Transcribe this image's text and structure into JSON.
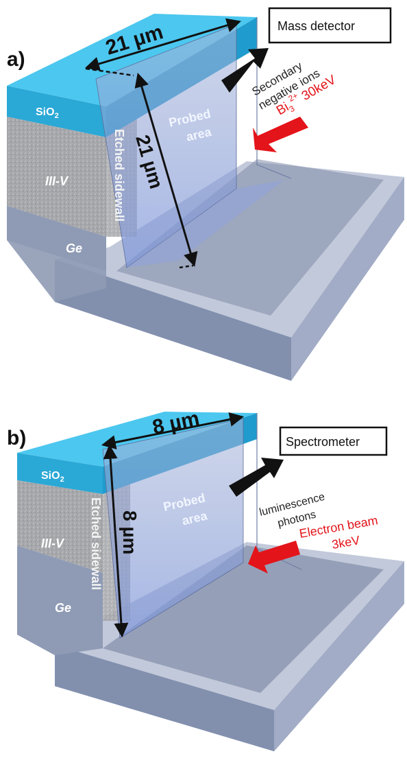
{
  "panel_a": {
    "letter": "a)",
    "detector": "Mass detector",
    "width_dim": "21 µm",
    "height_dim": "21 µm",
    "secondary_line1": "Secondary",
    "secondary_line2": "negative ions",
    "beam_prefix": "Bi",
    "beam_sub": "3",
    "beam_sup": "2+",
    "beam_energy": " 30keV",
    "probed_line1": "Probed",
    "probed_line2": "area",
    "sio2_base": "SiO",
    "sio2_sub": "2",
    "iiiv": "III-V",
    "ge": "Ge",
    "sidewall": "Etched sidewall"
  },
  "panel_b": {
    "letter": "b)",
    "detector": "Spectrometer",
    "width_dim": "8 µm",
    "height_dim": "8 µm",
    "emission_line1": "luminescence",
    "emission_line2": "photons",
    "beam_line1": "Electron beam",
    "beam_line2": "3keV",
    "probed_line1": "Probed",
    "probed_line2": "area",
    "sio2_base": "SiO",
    "sio2_sub": "2",
    "iiiv": "III-V",
    "ge": "Ge",
    "sidewall": "Etched sidewall"
  },
  "colors": {
    "sio2": "#2aa8d6",
    "sio2_top": "#4cc7ef",
    "iiiv": "#a9aaad",
    "ge": "#8f9bb5",
    "substrate": "#9aa5c0",
    "probed": "#8ea3d8",
    "beam": "#e3141a",
    "emission": "#111111"
  }
}
